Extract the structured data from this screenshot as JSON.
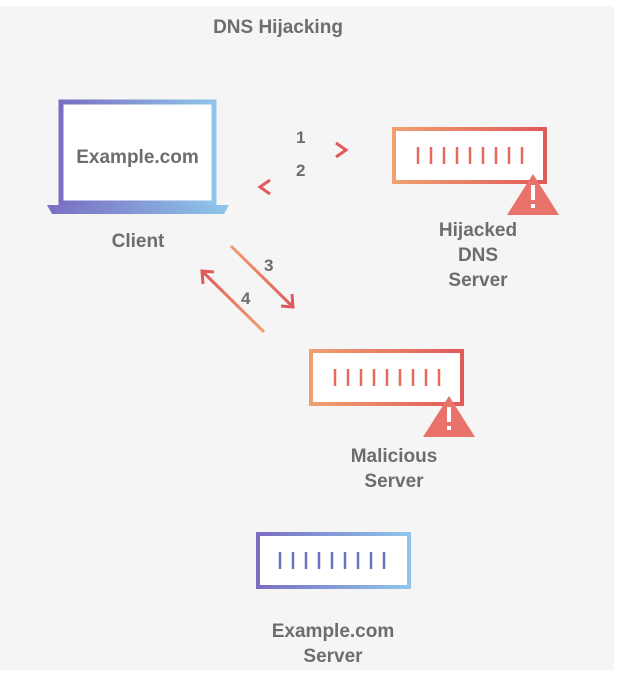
{
  "title": "DNS Hijacking",
  "client": {
    "screen_text": "Example.com",
    "label": "Client"
  },
  "hijacked_dns": {
    "label_lines": [
      "Hijacked",
      "DNS",
      "Server"
    ]
  },
  "malicious": {
    "label_lines": [
      "Malicious",
      "Server"
    ]
  },
  "legit": {
    "label_lines": [
      "Example.com",
      "Server"
    ]
  },
  "steps": [
    "1",
    "2",
    "3",
    "4"
  ],
  "colors": {
    "background": "#f5f5f5",
    "text": "#6d6d6d",
    "warm_start": "#f0a070",
    "warm_end": "#e05a5a",
    "cool_start": "#7a6ec2",
    "cool_end": "#8ec6ea",
    "warning": "#e9736a"
  }
}
